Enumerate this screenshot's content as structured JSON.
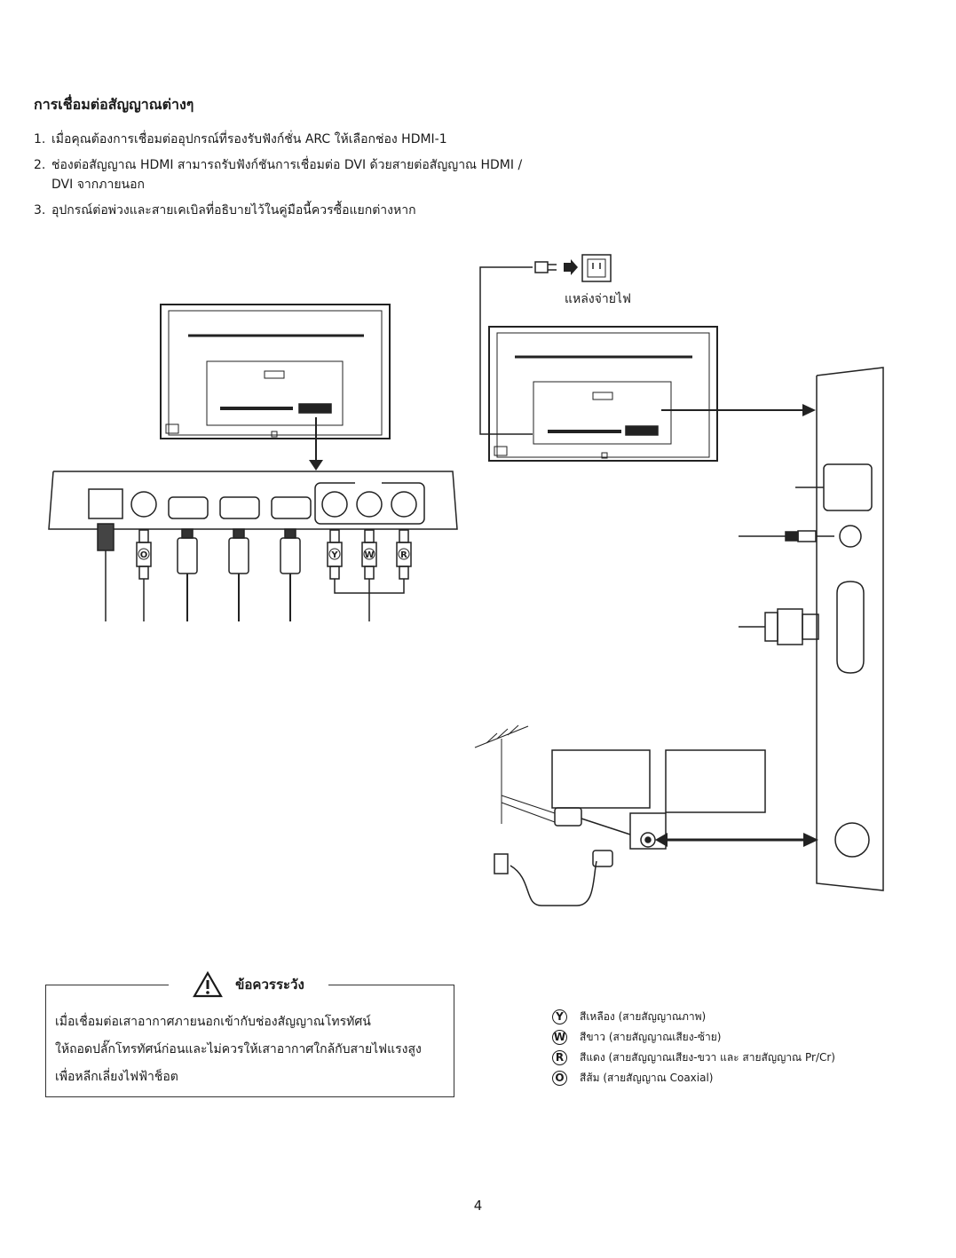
{
  "heading": "การเชื่อมต่อสัญญาณต่างๆ",
  "instructions": [
    {
      "num": "1.",
      "text": "เมื่อคุณต้องการเชื่อมต่ออุปกรณ์ที่รองรับฟังก์ชั่น ARC ให้เลือกช่อง HDMI-1"
    },
    {
      "num": "2.",
      "text": "ช่องต่อสัญญาณ HDMI สามารถรับฟังก์ชันการเชื่อมต่อ DVI ด้วยสายต่อสัญญาณ HDMI / DVI จากภายนอก"
    },
    {
      "num": "3.",
      "text": "อุปกรณ์ต่อพ่วงและสายเคเบิลที่อธิบายไว้ในคู่มือนี้ควรซื้อแยกต่างหาก"
    }
  ],
  "power_label": "แหล่งจ่ายไฟ",
  "caution": {
    "title": "ข้อควรระวัง",
    "lines": [
      "เมื่อเชื่อมต่อเสาอากาศภายนอกเข้ากับช่องสัญญาณโทรทัศน์",
      "ให้ถอดปลั๊กโทรทัศน์ก่อนและไม่ควรให้เสาอากาศใกล้กับสายไฟแรงสูง",
      "เพื่อหลีกเลี่ยงไฟฟ้าช็อต"
    ]
  },
  "connector_letters": [
    "O",
    "Y",
    "W",
    "R"
  ],
  "legend": [
    {
      "letter": "Y",
      "text": "สีเหลือง (สายสัญญาณภาพ)"
    },
    {
      "letter": "W",
      "text": "สีขาว (สายสัญญาณเสียง-ซ้าย)"
    },
    {
      "letter": "R",
      "text": "สีแดง (สายสัญญาณเสียง-ขวา และ สายสัญญาณ Pr/Cr)"
    },
    {
      "letter": "O",
      "text": "สีส้ม (สายสัญญาณ Coaxial)"
    }
  ],
  "page_number": "4"
}
